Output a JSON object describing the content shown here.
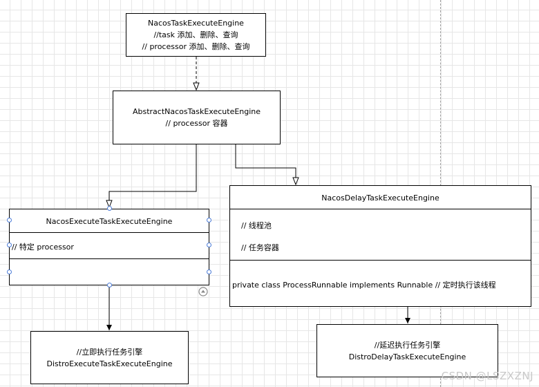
{
  "boxes": {
    "engine_interface": {
      "title": "NacosTaskExecuteEngine",
      "line1": "//task 添加、删除、查询",
      "line2": "// processor 添加、删除、查询"
    },
    "abstract_engine": {
      "title": "AbstractNacosTaskExecuteEngine",
      "line1": "// processor 容器"
    },
    "execute_engine": {
      "title": "NacosExecuteTaskExecuteEngine",
      "field1": "// 特定 processor"
    },
    "delay_engine": {
      "title": "NacosDelayTaskExecuteEngine",
      "field1": "// 线程池",
      "field2": "// 任务容器",
      "method1": "private class ProcessRunnable implements Runnable // 定时执行该线程"
    },
    "distro_execute": {
      "line1": "//立即执行任务引擎",
      "line2": "DistroExecuteTaskExecuteEngine"
    },
    "distro_delay": {
      "line1": "//延迟执行任务引擎",
      "line2": "DistroDelayTaskExecuteEngine"
    }
  },
  "watermark": "CSDN @LSZXZNJ",
  "colors": {
    "border": "#000000",
    "handle": "#4a7bd8",
    "grid": "#e6e6e6"
  }
}
